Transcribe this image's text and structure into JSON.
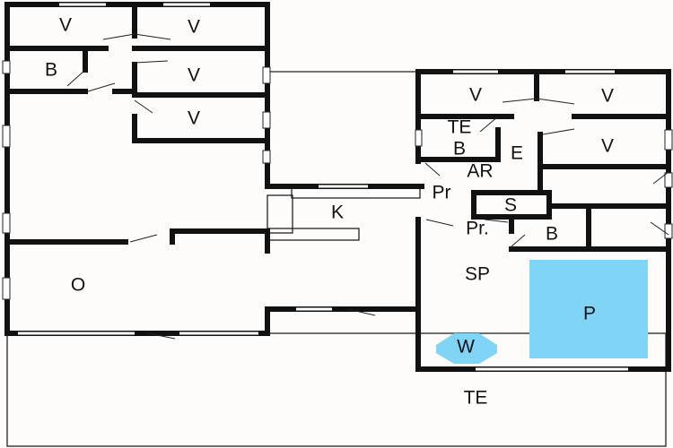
{
  "labels": {
    "v1": "V",
    "v2": "V",
    "v3": "V",
    "v4": "V",
    "b1": "B",
    "o": "O",
    "k": "K",
    "v5": "V",
    "v6": "V",
    "v7": "V",
    "te1": "TE",
    "b2": "B",
    "e": "E",
    "ar": "AR",
    "pr1": "Pr",
    "s": "S",
    "pr2": "Pr.",
    "b3": "B",
    "sp": "SP",
    "p": "P",
    "w": "W",
    "te2": "TE"
  },
  "colors": {
    "pool": "#80d4f5",
    "wall": "#111111",
    "background": "#fdfcfa"
  }
}
